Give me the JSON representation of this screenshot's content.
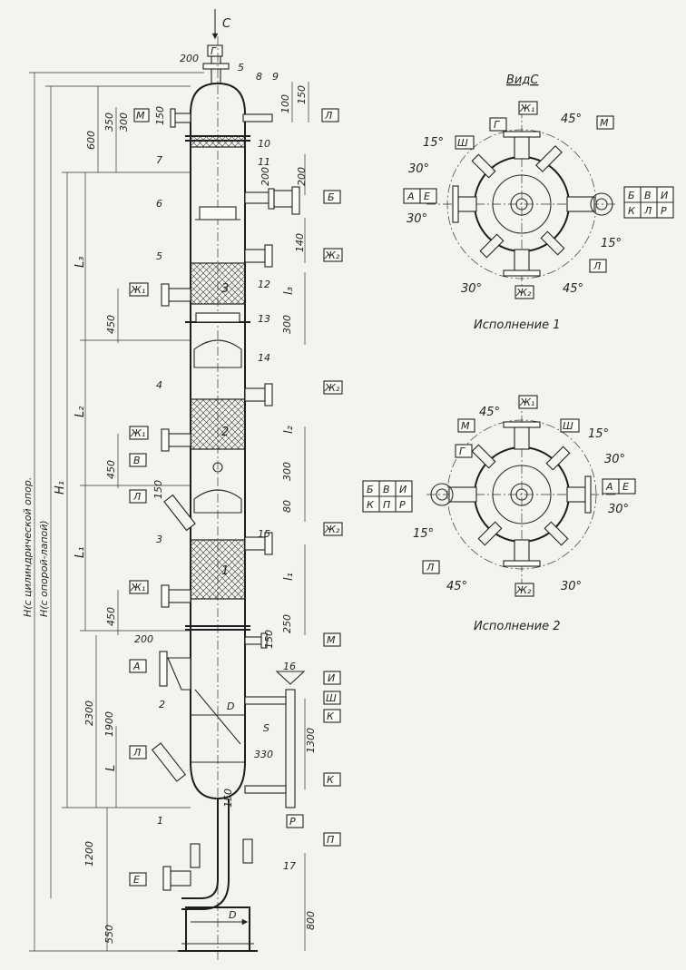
{
  "main_view": {
    "view_arrow": "С",
    "overall_heights": {
      "h_cylindrical_support": "Н(с цилиндрической опор.",
      "h_leg_support": "Н(с опорой-лапой)",
      "h1": "Н₁"
    },
    "section_lengths": [
      "L₃",
      "L₂",
      "L₁",
      "L"
    ],
    "section_sublengths": [
      "l₃",
      "l₂",
      "l₁"
    ],
    "diameter_labels": [
      "D",
      "D"
    ],
    "wall_label": "S",
    "packing_beds": [
      "3",
      "2",
      "1"
    ],
    "item_numbers": [
      "1",
      "2",
      "3",
      "4",
      "5",
      "5",
      "6",
      "7",
      "8",
      "9",
      "10",
      "11",
      "12",
      "13",
      "14",
      "15",
      "16",
      "17"
    ],
    "nozzle_labels": {
      "top": "Г",
      "left_upper": "М",
      "right_upper": "Л",
      "right_b": "Б",
      "zh2_a": "Ж₂",
      "zh1_a": "Ж₁",
      "zh2_b": "Ж₂",
      "zh1_b": "Ж₁",
      "v": "В",
      "l_mid": "Л",
      "zh2_c": "Ж₂",
      "zh1_c": "Ж₁",
      "m_low": "М",
      "a": "А",
      "i": "И",
      "sh": "Ш",
      "k1": "К",
      "l_low": "Л",
      "k2": "К",
      "r": "Р",
      "p": "П",
      "e": "Е"
    },
    "dimensions_left": [
      "600",
      "350",
      "300",
      "450",
      "450",
      "450",
      "2300",
      "1900",
      "1200",
      "550",
      "200",
      "200",
      "150",
      "150",
      "150"
    ],
    "dimensions_right": [
      "200",
      "100",
      "150",
      "200",
      "140",
      "300",
      "300",
      "80",
      "250",
      "150",
      "1300",
      "330",
      "800"
    ]
  },
  "view_c": {
    "title": "ВидС",
    "caption": "Исполнение 1",
    "labels": {
      "g": "Г",
      "zh1": "Ж₁",
      "m": "М",
      "sh": "Ш",
      "ae": [
        "А",
        "Е"
      ],
      "bvi": [
        "Б",
        "В",
        "И"
      ],
      "klr": [
        "К",
        "Л",
        "Р"
      ],
      "l": "Л",
      "zh2": "Ж₂"
    },
    "angles": [
      "45°",
      "15°",
      "30°",
      "30°",
      "15°",
      "30°",
      "45°"
    ]
  },
  "execution_2": {
    "caption": "Исполнение 2",
    "labels": {
      "zh1": "Ж₁",
      "m": "М",
      "sh": "Ш",
      "g": "Г",
      "bvi": [
        "Б",
        "В",
        "И"
      ],
      "klr": [
        "К",
        "П",
        "Р"
      ],
      "ae": [
        "А",
        "Е"
      ],
      "l": "Л",
      "zh2": "Ж₂"
    },
    "angles": [
      "45°",
      "15°",
      "30°",
      "30°",
      "15°",
      "45°",
      "30°"
    ]
  }
}
